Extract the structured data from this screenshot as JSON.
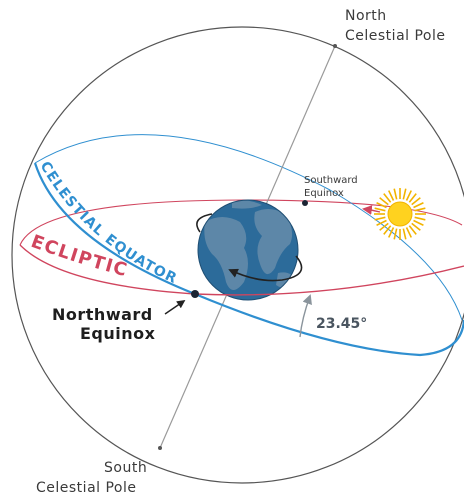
{
  "labels": {
    "north_pole_line1": "North",
    "north_pole_line2": "Celestial Pole",
    "south_pole_line1": "South",
    "south_pole_line2": "Celestial Pole",
    "southward_line1": "Southward",
    "southward_line2": "Equinox",
    "northward_line1": "Northward",
    "northward_line2": "Equinox",
    "ecliptic": "ECLIPTIC",
    "celestial_equator": "CELESTIAL EQUATOR",
    "tilt_angle": "23.45°"
  },
  "colors": {
    "sphere_outline": "#555555",
    "axis": "#9a9a9a",
    "ecliptic": "#d0455e",
    "celestial_equator": "#2f8fd0",
    "earth_ocean": "#2c6b9a",
    "earth_land": "#5d87a8",
    "sun_core": "#ffd21f",
    "sun_rays": "#f2b400",
    "equinox_point": "#1b2433",
    "angle_arc": "#8a949c"
  }
}
